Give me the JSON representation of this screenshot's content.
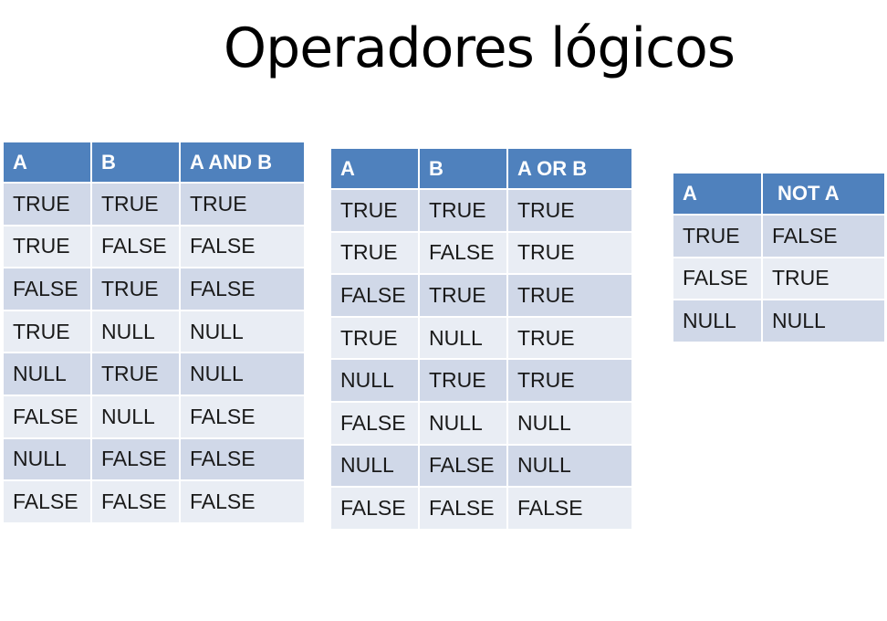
{
  "title": "Operadores lógicos",
  "tables": {
    "and": {
      "headers": [
        "A",
        "B",
        "A AND B"
      ],
      "rows": [
        [
          "TRUE",
          "TRUE",
          "TRUE"
        ],
        [
          "TRUE",
          "FALSE",
          "FALSE"
        ],
        [
          "FALSE",
          "TRUE",
          "FALSE"
        ],
        [
          "TRUE",
          "NULL",
          "NULL"
        ],
        [
          "NULL",
          "TRUE",
          "NULL"
        ],
        [
          "FALSE",
          "NULL",
          "FALSE"
        ],
        [
          "NULL",
          "FALSE",
          "FALSE"
        ],
        [
          "FALSE",
          "FALSE",
          "FALSE"
        ]
      ]
    },
    "or": {
      "headers": [
        "A",
        "B",
        "A OR B"
      ],
      "rows": [
        [
          "TRUE",
          "TRUE",
          "TRUE"
        ],
        [
          "TRUE",
          "FALSE",
          "TRUE"
        ],
        [
          "FALSE",
          "TRUE",
          "TRUE"
        ],
        [
          "TRUE",
          "NULL",
          "TRUE"
        ],
        [
          "NULL",
          "TRUE",
          "TRUE"
        ],
        [
          "FALSE",
          "NULL",
          "NULL"
        ],
        [
          "NULL",
          "FALSE",
          "NULL"
        ],
        [
          "FALSE",
          "FALSE",
          "FALSE"
        ]
      ]
    },
    "not": {
      "headers": [
        "A",
        "NOT A"
      ],
      "rows": [
        [
          "TRUE",
          "FALSE"
        ],
        [
          "FALSE",
          "TRUE"
        ],
        [
          "NULL",
          "NULL"
        ]
      ]
    }
  },
  "colors": {
    "header": "#4f81bd",
    "row_dark": "#d0d8e8",
    "row_light": "#e9edf4"
  }
}
